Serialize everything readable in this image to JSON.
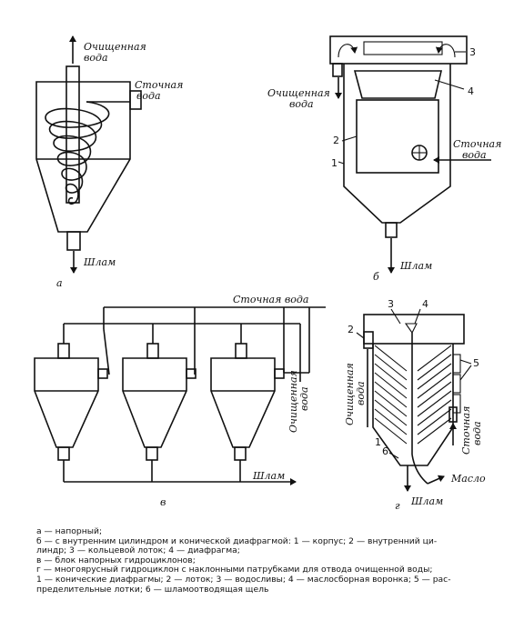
{
  "labels": {
    "a_clean_water_1": "Очищенная",
    "a_clean_water_2": "вода",
    "a_waste_water_1": "Сточная",
    "a_waste_water_2": "вода",
    "a_sludge": "Шлам",
    "a_letter": "а",
    "b_clean_water_1": "Очищенная",
    "b_clean_water_2": "вода",
    "b_waste_water_1": "Сточная",
    "b_waste_water_2": "вода",
    "b_sludge": "Шлам",
    "b_letter": "б",
    "b_n1": "1",
    "b_n2": "2",
    "b_n3": "3",
    "b_n4": "4",
    "v_waste_water": "Сточная вода",
    "v_clean_water_1": "Очищенная",
    "v_clean_water_2": "вода",
    "v_sludge": "Шлам",
    "v_letter": "в",
    "g_clean_water_1": "Очищенная",
    "g_clean_water_2": "вода",
    "g_waste_water_1": "Сточная",
    "g_waste_water_2": "вода",
    "g_sludge": "Шлам",
    "g_oil": "Масло",
    "g_letter": "г",
    "g_n1": "1",
    "g_n2": "2",
    "g_n3": "3",
    "g_n4": "4",
    "g_n5": "5",
    "g_n6": "6"
  },
  "caption": [
    "а — напорный;",
    "б — с внутренним цилиндром и конической диафрагмой: 1 — корпус; 2 — внутренний ци-",
    "линдр; 3 — кольцевой лоток; 4 — диафрагма;",
    "в — блок напорных гидроциклонов;",
    "г — многоярусный гидроциклон с наклонными патрубками для отвода очищенной воды;",
    "1 — конические диафрагмы; 2 — лоток; 3 — водосливы; 4 — маслосборная воронка; 5 — рас-",
    "пределительные лотки; 6 — шламоотводящая щель"
  ]
}
